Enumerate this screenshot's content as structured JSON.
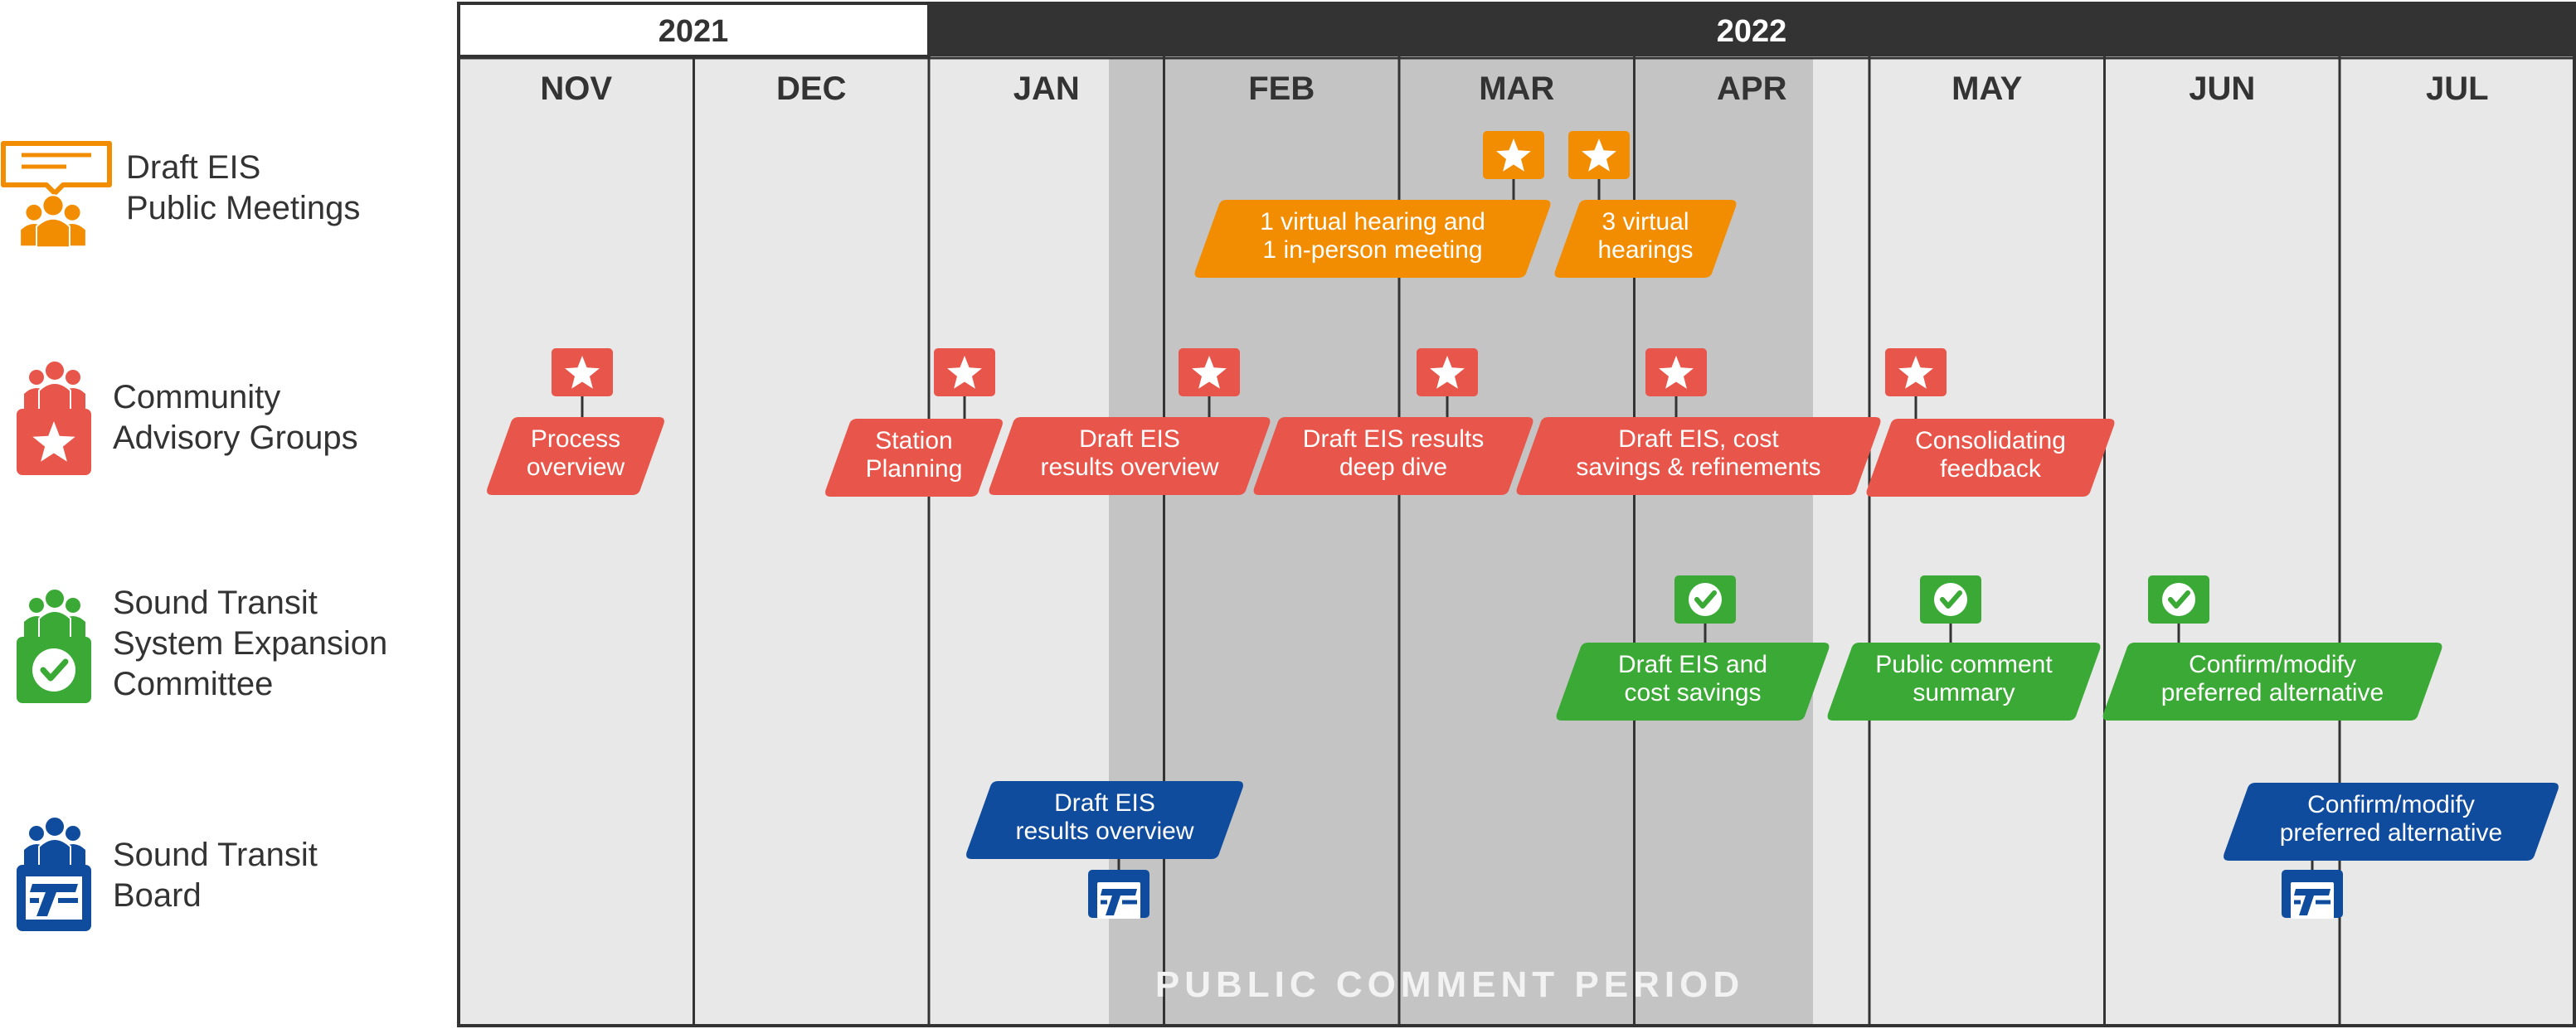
{
  "years": [
    "2021",
    "2022"
  ],
  "months": [
    "NOV",
    "DEC",
    "JAN",
    "FEB",
    "MAR",
    "APR",
    "MAY",
    "JUN",
    "JUL"
  ],
  "public_comment_label": "PUBLIC COMMENT PERIOD",
  "colors": {
    "orange": "#F28C00",
    "red": "#E8554A",
    "green": "#3BA935",
    "blue": "#0F4C9E",
    "month_bg": "#E8E8E8",
    "comment_bg": "#C4C4C4",
    "header_dark": "#333333"
  },
  "rows": [
    {
      "label_lines": [
        "Draft EIS",
        "Public Meetings"
      ],
      "icon": "speech-bubble-people-icon",
      "color": "orange"
    },
    {
      "label_lines": [
        "Community",
        "Advisory Groups"
      ],
      "icon": "people-star-icon",
      "color": "red"
    },
    {
      "label_lines": [
        "Sound Transit",
        "System Expansion",
        "Committee"
      ],
      "icon": "people-checkmark-icon",
      "color": "green"
    },
    {
      "label_lines": [
        "Sound Transit",
        "Board"
      ],
      "icon": "people-st-logo-icon",
      "color": "blue"
    }
  ],
  "events": [
    {
      "row": 0,
      "color": "orange",
      "marker": "star",
      "lines": [
        "1 virtual hearing and",
        "1 in-person meeting"
      ]
    },
    {
      "row": 0,
      "color": "orange",
      "marker": "star",
      "lines": [
        "3 virtual",
        "hearings"
      ]
    },
    {
      "row": 1,
      "color": "red",
      "marker": "star",
      "lines": [
        "Process",
        "overview"
      ]
    },
    {
      "row": 1,
      "color": "red",
      "marker": "star",
      "lines": [
        "Station",
        "Planning"
      ]
    },
    {
      "row": 1,
      "color": "red",
      "marker": "star",
      "lines": [
        "Draft EIS",
        "results overview"
      ]
    },
    {
      "row": 1,
      "color": "red",
      "marker": "star",
      "lines": [
        "Draft EIS results",
        "deep dive"
      ]
    },
    {
      "row": 1,
      "color": "red",
      "marker": "star",
      "lines": [
        "Draft EIS, cost",
        "savings & refinements"
      ]
    },
    {
      "row": 1,
      "color": "red",
      "marker": "star",
      "lines": [
        "Consolidating",
        "feedback"
      ]
    },
    {
      "row": 2,
      "color": "green",
      "marker": "check",
      "lines": [
        "Draft EIS and",
        "cost savings"
      ]
    },
    {
      "row": 2,
      "color": "green",
      "marker": "check",
      "lines": [
        "Public comment",
        "summary"
      ]
    },
    {
      "row": 2,
      "color": "green",
      "marker": "check",
      "lines": [
        "Confirm/modify",
        "preferred alternative"
      ]
    },
    {
      "row": 3,
      "color": "blue",
      "marker": "st",
      "lines": [
        "Draft EIS",
        "results overview"
      ]
    },
    {
      "row": 3,
      "color": "blue",
      "marker": "st",
      "lines": [
        "Confirm/modify",
        "preferred alternative"
      ]
    }
  ]
}
